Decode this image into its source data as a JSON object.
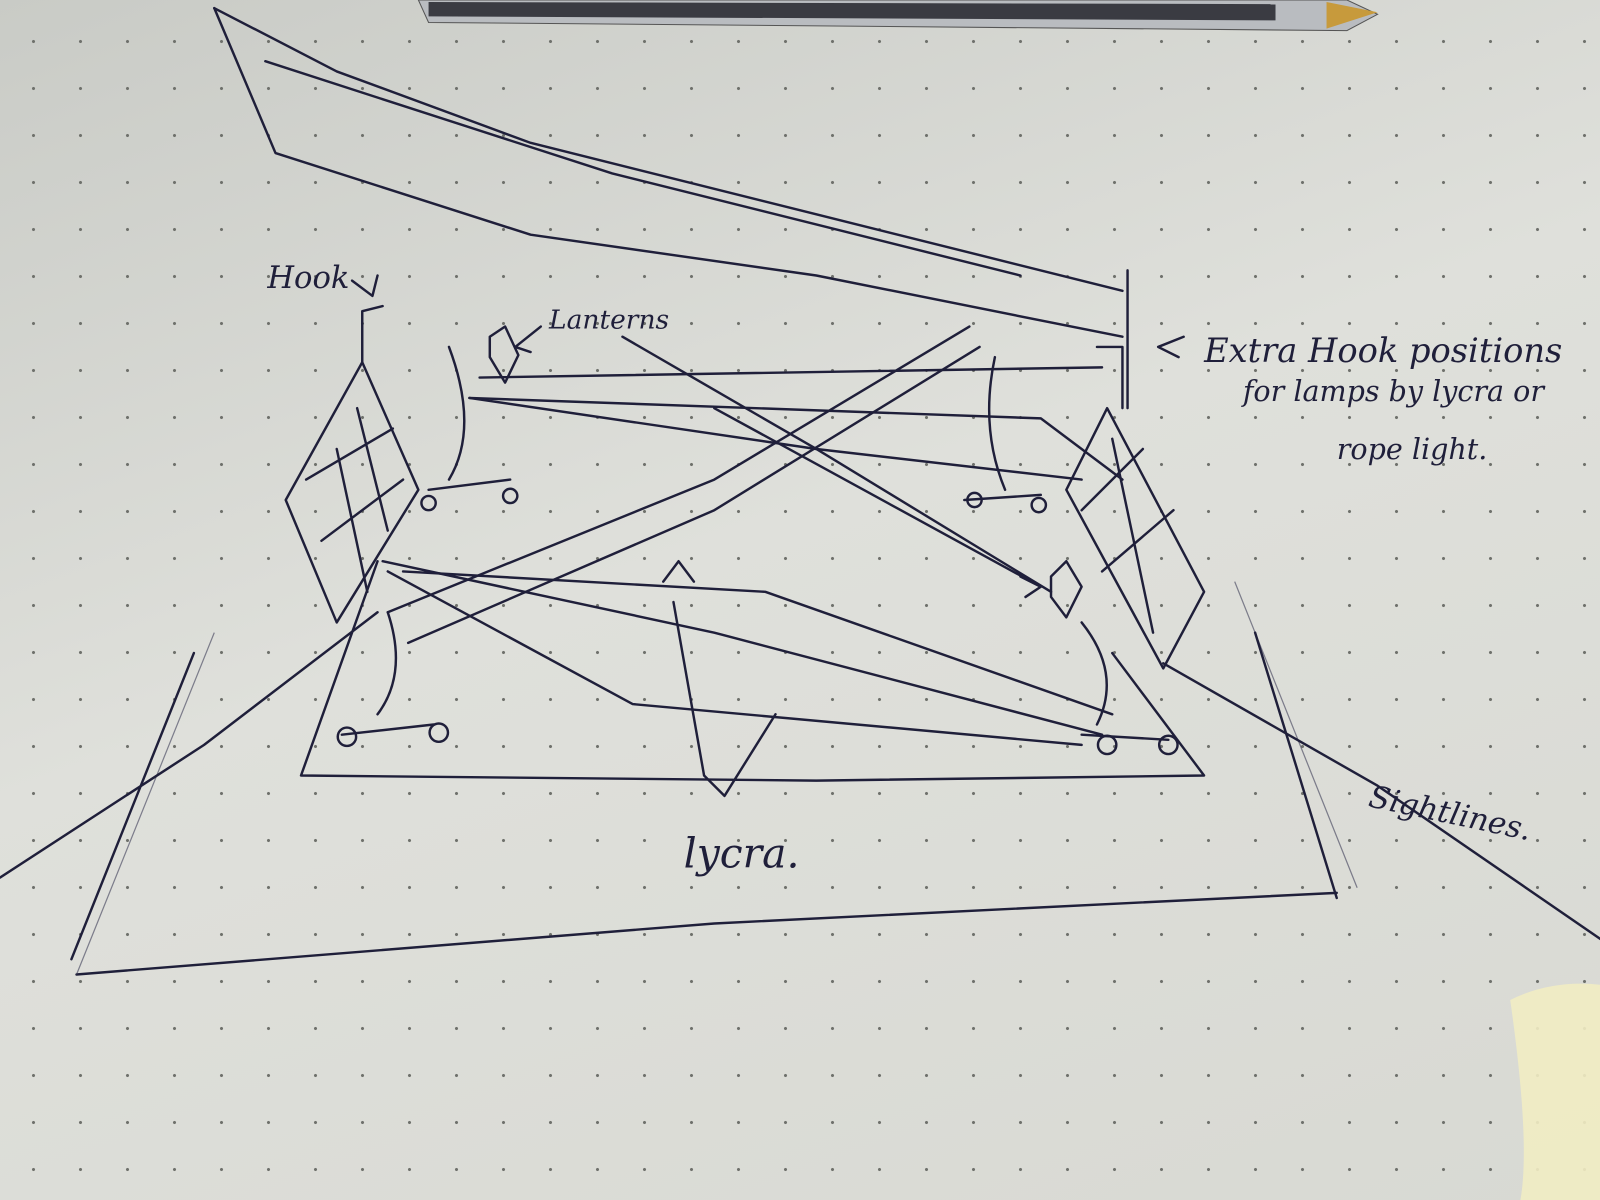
{
  "labels": {
    "hook": "Hook",
    "lanterns": "Lanterns",
    "extra_hook_line1": "Extra Hook positions",
    "extra_hook_line2": "for lamps by lycra or",
    "extra_hook_line3": "rope light.",
    "lycra": "lycra.",
    "sightlines": "Sightlines."
  },
  "colors": {
    "ink": "#1f1f3a",
    "paper": "#d6d7d1"
  }
}
